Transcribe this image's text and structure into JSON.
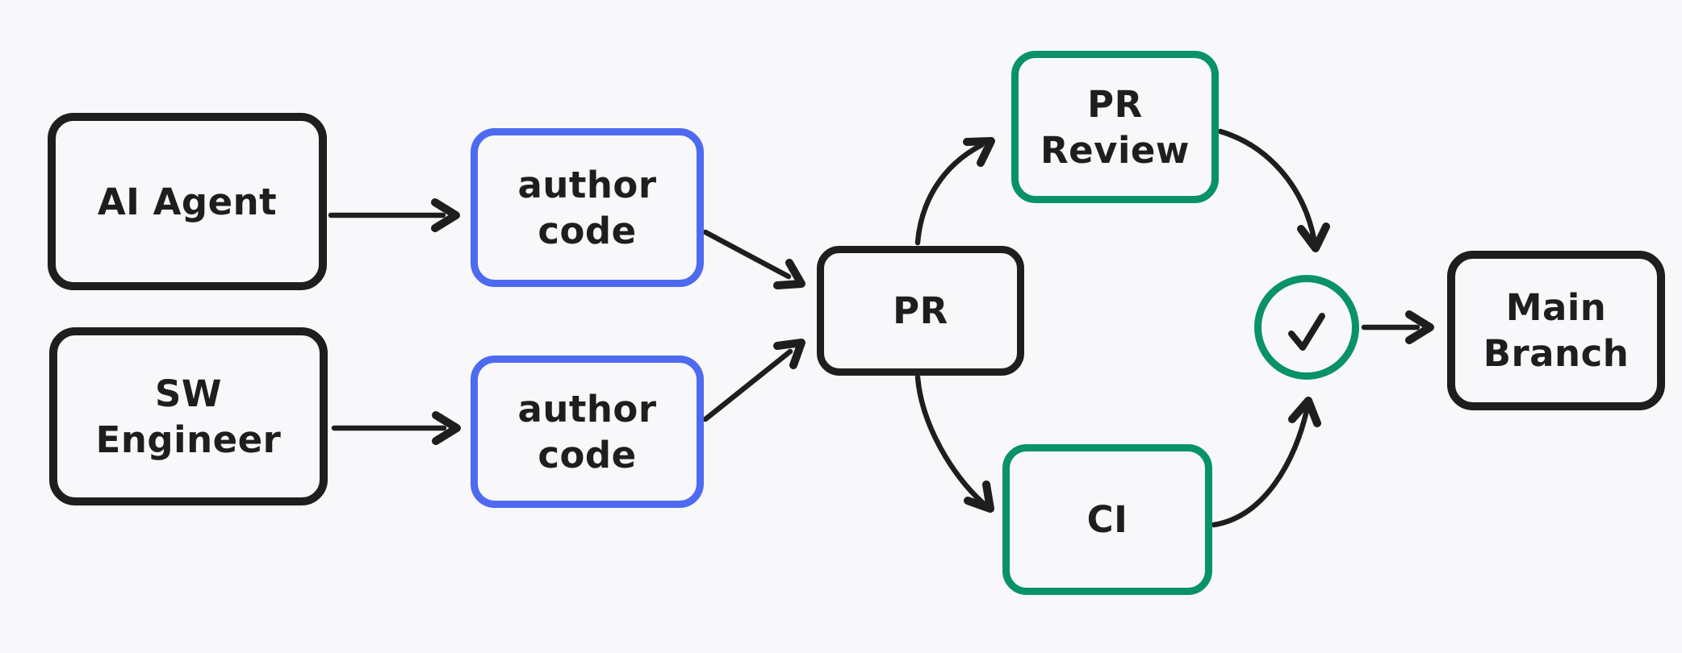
{
  "diagram": {
    "background_color": "#f8f8fb",
    "colors": {
      "stroke_black": "#1e1e1e",
      "stroke_blue": "#4d6af0",
      "stroke_green": "#099268"
    },
    "nodes": {
      "ai_agent": {
        "lines": [
          "AI Agent"
        ],
        "border_color": "black"
      },
      "author_code_top": {
        "lines": [
          "author",
          "code"
        ],
        "border_color": "blue"
      },
      "sw_engineer": {
        "lines": [
          "SW",
          "Engineer"
        ],
        "border_color": "black"
      },
      "author_code_bottom": {
        "lines": [
          "author",
          "code"
        ],
        "border_color": "blue"
      },
      "pr": {
        "lines": [
          "PR"
        ],
        "border_color": "black"
      },
      "pr_review": {
        "lines": [
          "PR",
          "Review"
        ],
        "border_color": "green"
      },
      "ci": {
        "lines": [
          "CI"
        ],
        "border_color": "green"
      },
      "approval_check": {
        "icon": "check-icon",
        "symbol": "✓",
        "border_color": "green",
        "shape": "circle"
      },
      "main_branch": {
        "lines": [
          "Main",
          "Branch"
        ],
        "border_color": "black"
      }
    },
    "edges": [
      {
        "from": "AI Agent",
        "to": "author code (top)"
      },
      {
        "from": "SW Engineer",
        "to": "author code (bottom)"
      },
      {
        "from": "author code (top)",
        "to": "PR"
      },
      {
        "from": "author code (bottom)",
        "to": "PR"
      },
      {
        "from": "PR",
        "to": "PR Review"
      },
      {
        "from": "PR",
        "to": "CI"
      },
      {
        "from": "PR Review",
        "to": "approval check"
      },
      {
        "from": "CI",
        "to": "approval check"
      },
      {
        "from": "approval check",
        "to": "Main Branch"
      }
    ]
  }
}
